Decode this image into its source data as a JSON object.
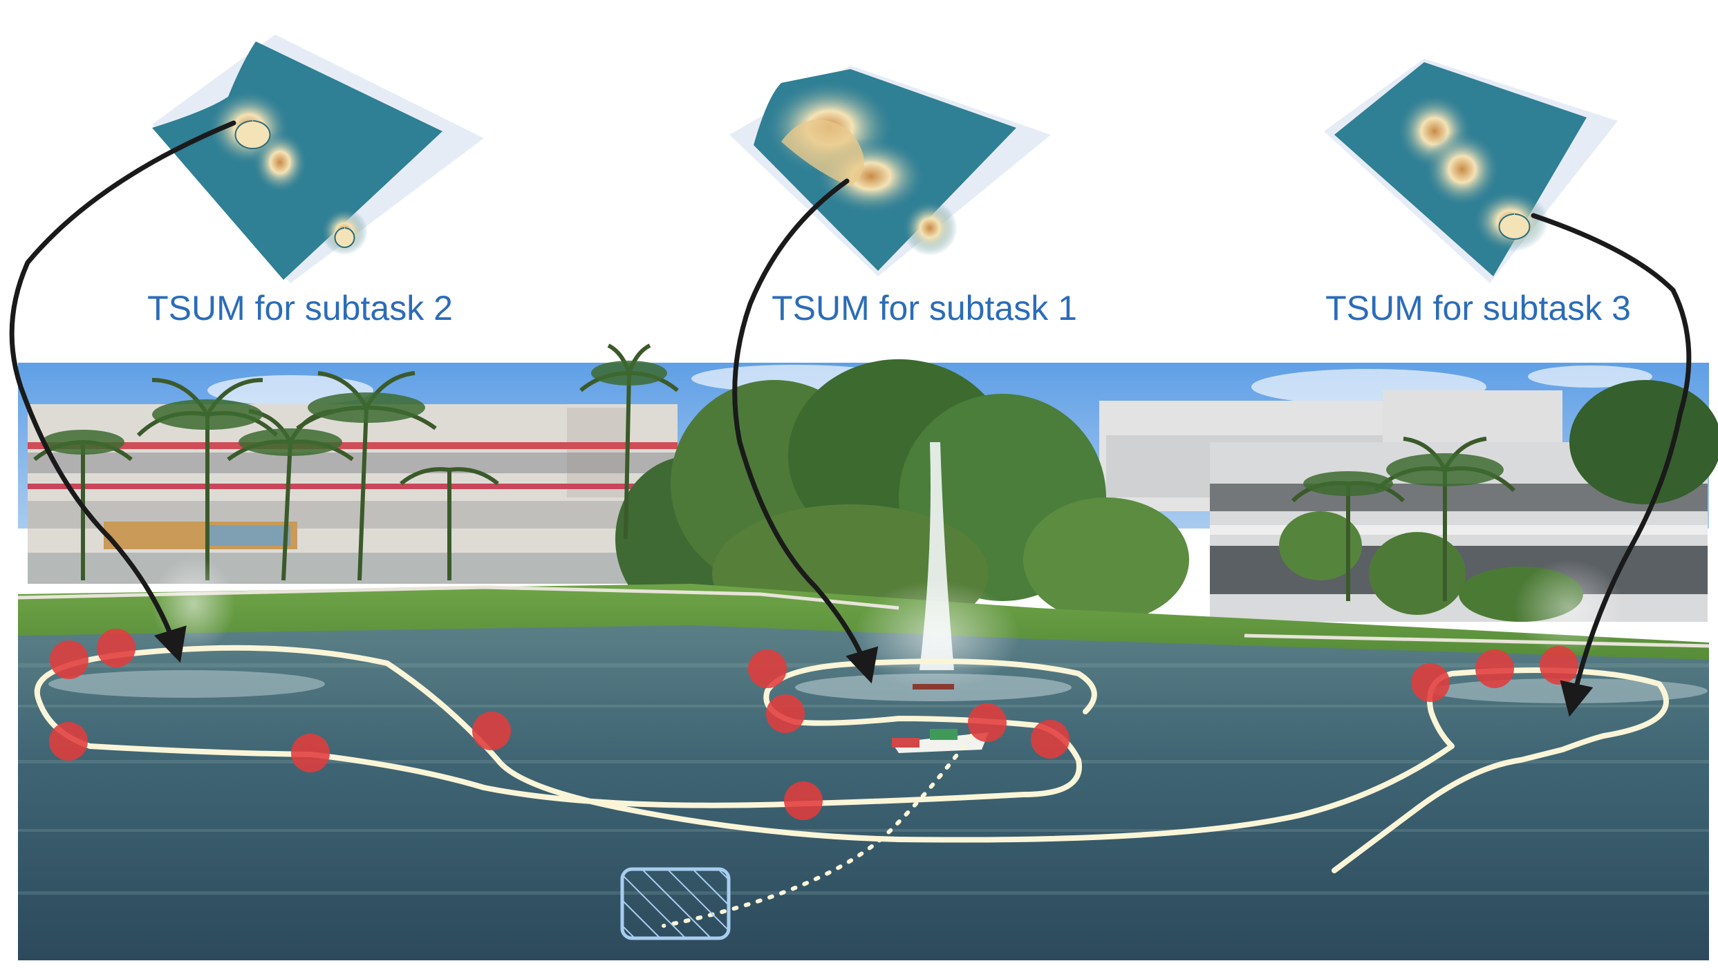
{
  "figure": {
    "labels": [
      {
        "key": "subtask2",
        "text": "TSUM for subtask 2"
      },
      {
        "key": "subtask1",
        "text": "TSUM for subtask 1"
      },
      {
        "key": "subtask3",
        "text": "TSUM for subtask 3"
      }
    ]
  },
  "colors": {
    "surface_teal": "#2f7f95",
    "surface_peak": "#f4e3b6",
    "surface_edge": "#e6ecf6",
    "path_cream": "#fbf5d8",
    "waypoint_red": "#e03c3c",
    "arrow_black": "#1a1a1a",
    "robot_box_blue": "#a9cdf0",
    "label_blue": "#2b6cb8",
    "sky": "#7fb2e8",
    "water": "#3c6272"
  },
  "icons": {
    "waypoint": "red-circle",
    "robot_marker": "hatched-rectangle"
  }
}
